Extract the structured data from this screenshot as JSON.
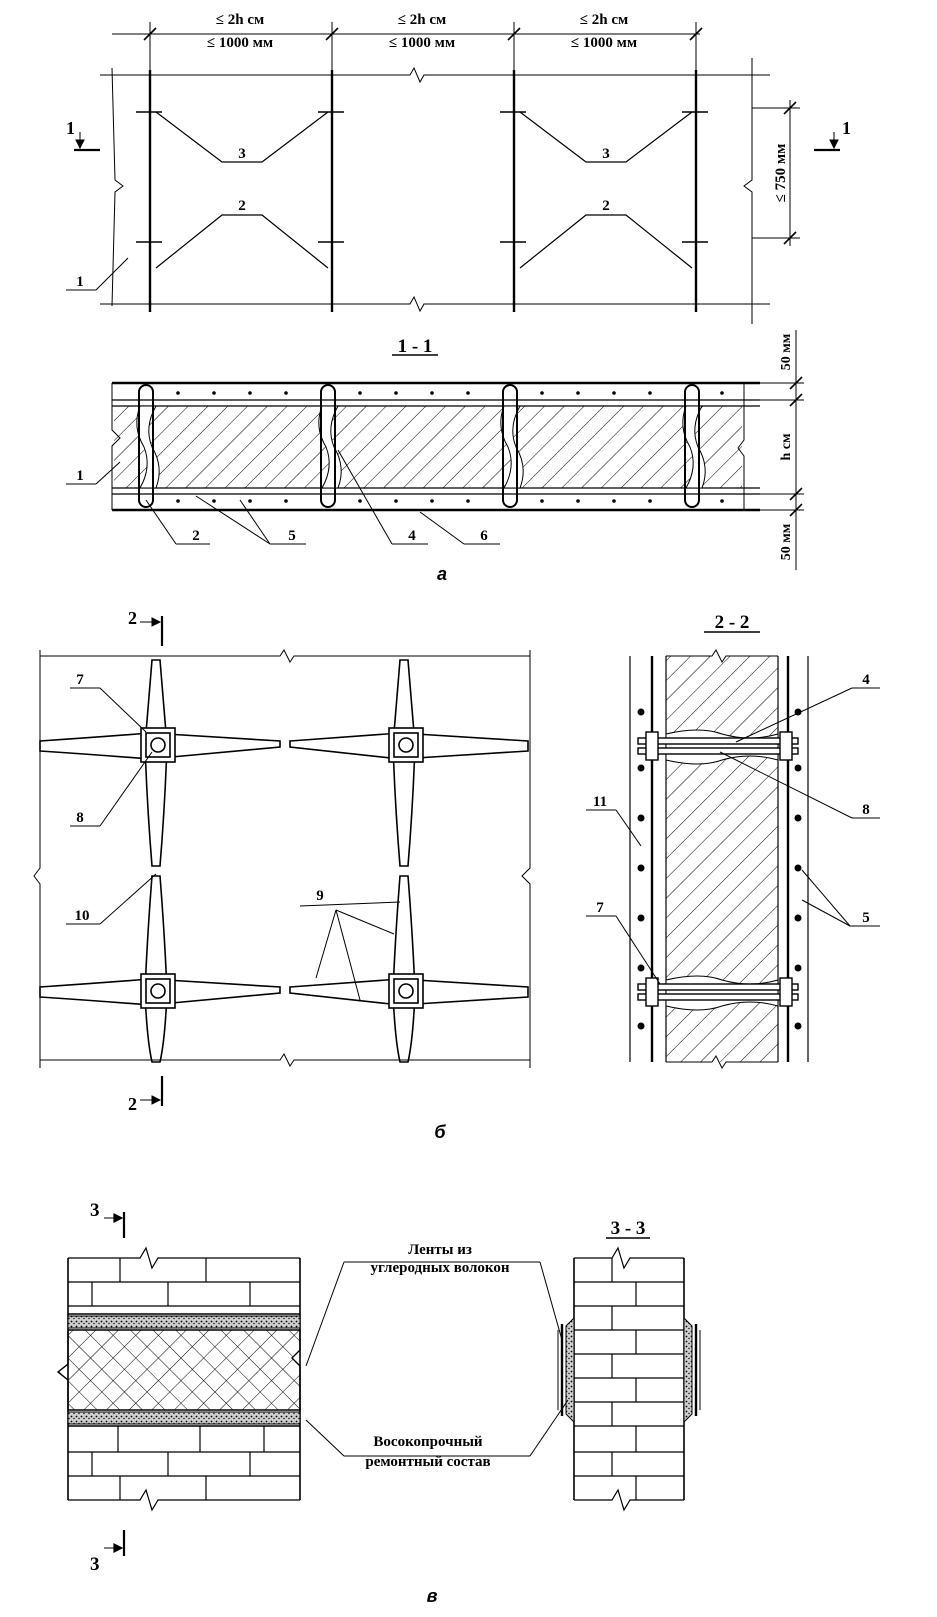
{
  "colors": {
    "ink": "#000000",
    "background": "#ffffff",
    "mortar_fill": "#d9d9d9"
  },
  "panel_a": {
    "spacing_cm": "≤ 2h см",
    "spacing_mm": "≤ 1000 мм",
    "height_dim": "≤ 750 мм",
    "section_mark": "1",
    "section_title": "1 - 1",
    "dim_top": "50 мм",
    "dim_mid": "h см",
    "dim_bottom": "50 мм",
    "labels": {
      "l1": "1",
      "l2": "2",
      "l3": "3",
      "l4": "4",
      "l5": "5",
      "l6": "6"
    },
    "caption": "а"
  },
  "panel_b": {
    "section_mark": "2",
    "section_title": "2 - 2",
    "labels": {
      "l4": "4",
      "l5": "5",
      "l7": "7",
      "l8": "8",
      "l9": "9",
      "l10": "10",
      "l11": "11"
    },
    "caption": "б"
  },
  "panel_c": {
    "section_mark": "3",
    "section_title": "3 - 3",
    "tape_label": [
      "Ленты из",
      "углеродных волокон"
    ],
    "mortar_label": [
      "Восокопрочный",
      "ремонтный состав"
    ],
    "caption": "в"
  }
}
